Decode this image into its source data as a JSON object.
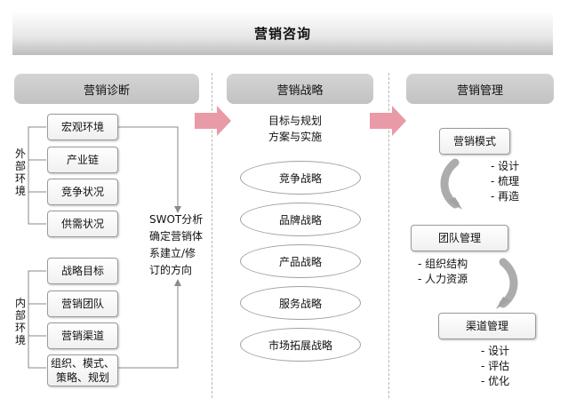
{
  "title": "营销咨询",
  "columns": [
    {
      "header": "营销诊断"
    },
    {
      "header": "营销战略"
    },
    {
      "header": "营销管理"
    }
  ],
  "diagnosis": {
    "external_label": "外部环境",
    "internal_label": "内部环境",
    "external_items": [
      "宏观环境",
      "产业链",
      "竞争状况",
      "供需状况"
    ],
    "internal_items": [
      "战略目标",
      "营销团队",
      "营销渠道",
      "组织、模式、\n策略、规划"
    ],
    "swot_text": "SWOT分析\n确定营销体\n系建立/修\n订的方向"
  },
  "strategy": {
    "goal_text": "目标与规划\n方案与实施",
    "items": [
      "竞争战略",
      "品牌战略",
      "产品战略",
      "服务战略",
      "市场拓展战略"
    ]
  },
  "management": {
    "modules": [
      {
        "title": "营销模式",
        "points": "- 设计\n- 梳理\n- 再造"
      },
      {
        "title": "团队管理",
        "points": "- 组织结构\n- 人力资源"
      },
      {
        "title": "渠道管理",
        "points": "- 设计\n- 评估\n- 优化"
      }
    ]
  },
  "colors": {
    "arrow": "#e89aa6",
    "curved_arrow": "#9a9a9a",
    "header_bg": "#c8c8c8"
  }
}
